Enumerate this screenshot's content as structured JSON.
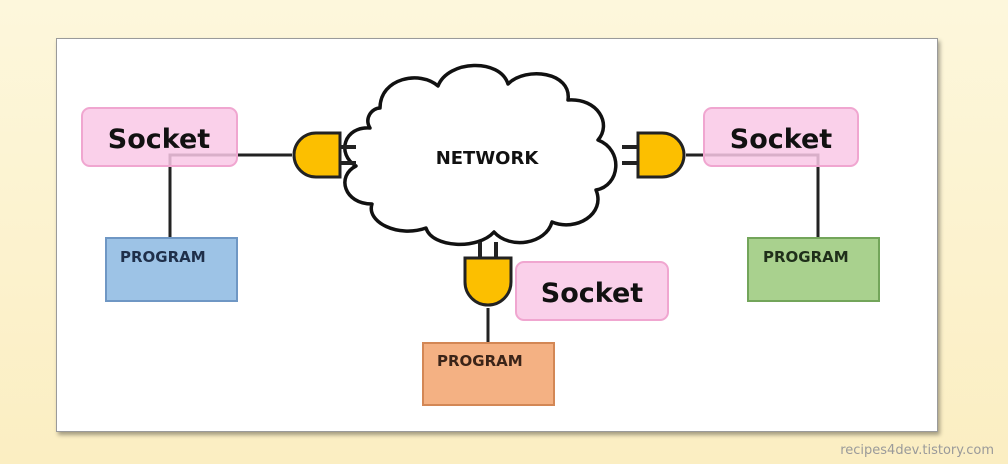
{
  "network": {
    "label": "NETWORK"
  },
  "sockets": {
    "left": "Socket",
    "right": "Socket",
    "bottom": "Socket"
  },
  "programs": {
    "left": "PROGRAM",
    "right": "PROGRAM",
    "bottom": "PROGRAM"
  },
  "colors": {
    "socket_fill": "#f9c8e6",
    "socket_border": "#f0a6d0",
    "plug_fill": "#fcbf00",
    "program_left": "#9dc3e6",
    "program_right": "#a9d18e",
    "program_bottom": "#f4b183"
  },
  "watermark": "recipes4dev.tistory.com"
}
